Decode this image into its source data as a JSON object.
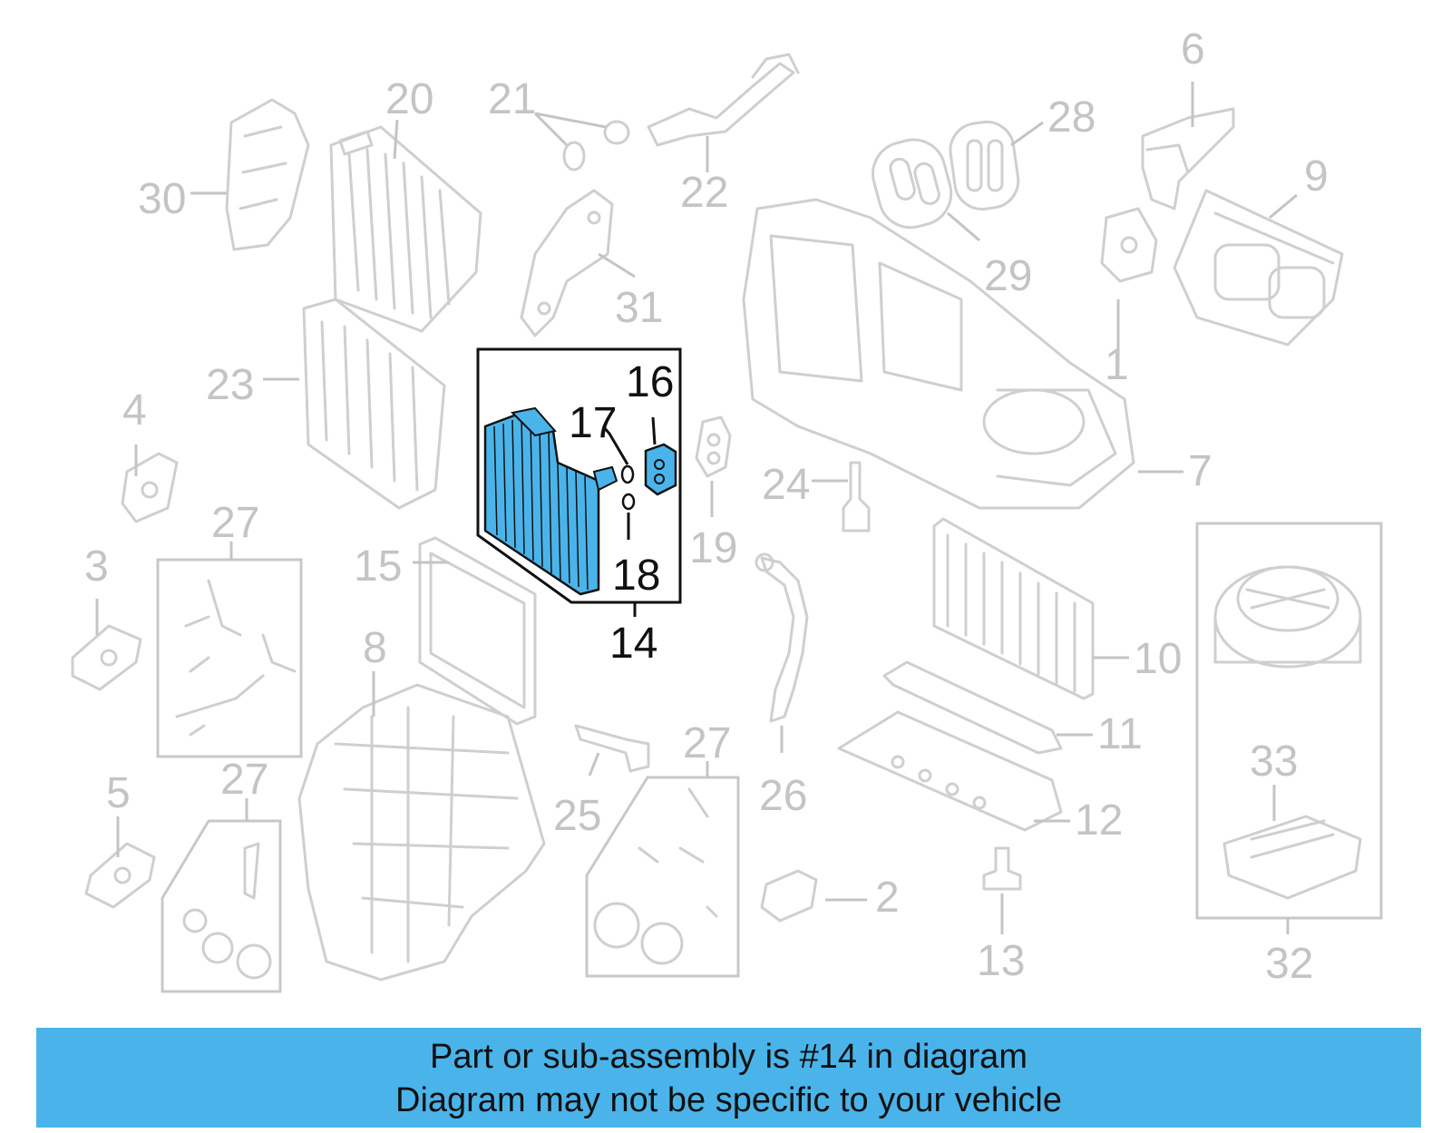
{
  "caption": {
    "line1": "Part or sub-assembly is #14 in diagram",
    "line2": "Diagram may not be specific to your vehicle"
  },
  "highlight_color": "#4ab4ea",
  "selected_part": "14",
  "callouts": {
    "c1": "1",
    "c2": "2",
    "c3": "3",
    "c4": "4",
    "c5": "5",
    "c6": "6",
    "c7": "7",
    "c8": "8",
    "c9": "9",
    "c10": "10",
    "c11": "11",
    "c12": "12",
    "c13": "13",
    "c14": "14",
    "c15": "15",
    "c16": "16",
    "c17": "17",
    "c18": "18",
    "c19": "19",
    "c20": "20",
    "c21": "21",
    "c22": "22",
    "c23": "23",
    "c24": "24",
    "c25": "25",
    "c26": "26",
    "c27a": "27",
    "c27b": "27",
    "c27c": "27",
    "c28": "28",
    "c29": "29",
    "c30": "30",
    "c31": "31",
    "c32": "32",
    "c33": "33"
  }
}
